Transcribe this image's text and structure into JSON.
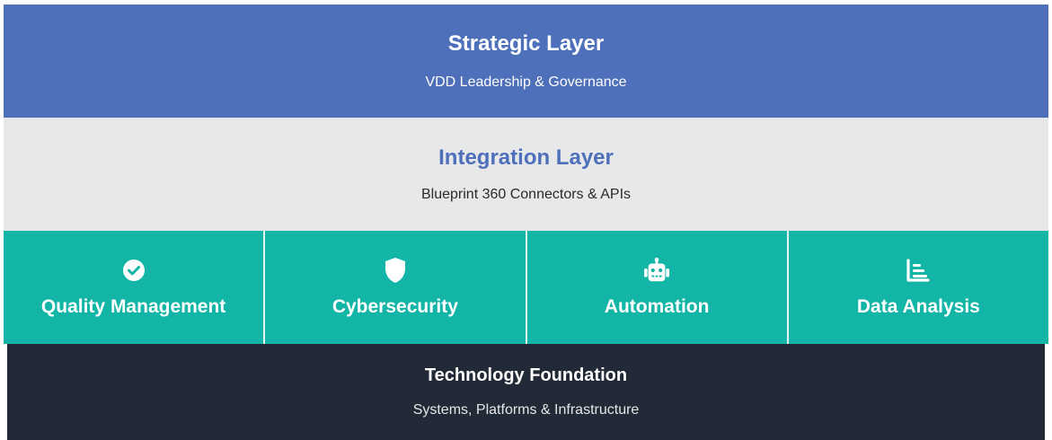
{
  "colors": {
    "strategic_bg": "#4e6fba",
    "integration_bg": "#e7e8ea",
    "integration_title": "#4e6fba",
    "pillar_bg": "#12b5a6",
    "foundation_bg": "#222a38"
  },
  "strategic": {
    "title": "Strategic Layer",
    "subtitle": "VDD Leadership & Governance"
  },
  "integration": {
    "title": "Integration Layer",
    "subtitle": "Blueprint 360 Connectors & APIs"
  },
  "pillars": [
    {
      "label": "Quality Management",
      "icon": "check-circle-icon"
    },
    {
      "label": "Cybersecurity",
      "icon": "shield-icon"
    },
    {
      "label": "Automation",
      "icon": "robot-icon"
    },
    {
      "label": "Data Analysis",
      "icon": "chart-icon"
    }
  ],
  "foundation": {
    "title": "Technology Foundation",
    "subtitle": "Systems, Platforms & Infrastructure"
  }
}
